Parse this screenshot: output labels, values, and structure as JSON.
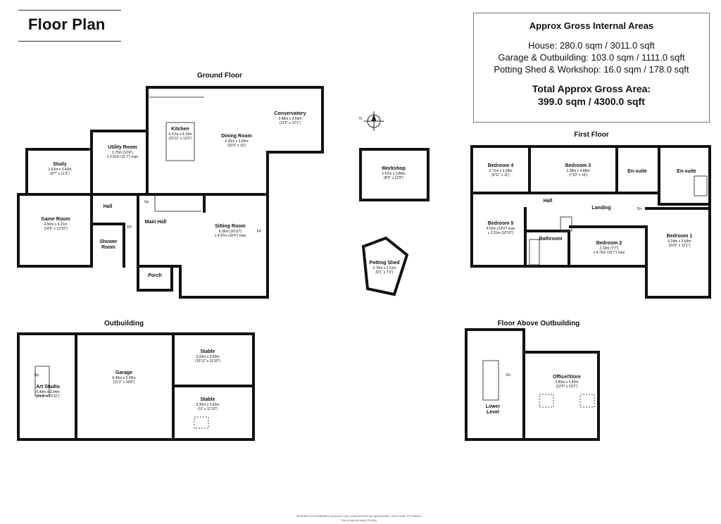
{
  "title": "Floor Plan",
  "areas": {
    "heading": "Approx Gross Internal Areas",
    "lines": [
      "House: 280.0 sqm / 3011.0 sqft",
      "Garage & Outbuilding: 103.0 sqm / 1111.0 sqft",
      "Potting Shed & Workshop: 16.0 sqm / 178.0 sqft"
    ],
    "total_label": "Total Approx Gross Area:",
    "total_value": "399.0 sqm / 4300.0 sqft"
  },
  "sections": {
    "ground": "Ground Floor",
    "first": "First Floor",
    "outbuilding": "Outbuilding",
    "above": "Floor Above Outbuilding"
  },
  "rooms": {
    "kitchen": {
      "name": "Kitchen",
      "d1": "6.37m x 4.10m",
      "d2": "(20'11\" x 13'6\")"
    },
    "dining": {
      "name": "Dining Room",
      "d1": "6.20m x 3.05m",
      "d2": "(20'4\" x 10')"
    },
    "conservatory": {
      "name": "Conservatory",
      "d1": "3.48m x 3.69m",
      "d2": "(11'5\" x 12'1\")"
    },
    "utility": {
      "name": "Utility Room",
      "d1": "3.75m (12'4\")",
      "d2": "x 3.52m (11'7\") max"
    },
    "study": {
      "name": "Study",
      "d1": "2.62m x 3.40m",
      "d2": "(8'7\" x 11'2\")"
    },
    "game": {
      "name": "Game Room",
      "d1": "4.50m x 4.21m",
      "d2": "(14'9\" x 13'10\")"
    },
    "hall": {
      "name": "Hall"
    },
    "shower": {
      "name": "Shower Room"
    },
    "mainhall": {
      "name": "Main Hall"
    },
    "sitting": {
      "name": "Sitting Room",
      "d1": "6.36m (20'10\")",
      "d2": "x 4.97m (16'4\") max"
    },
    "porch": {
      "name": "Porch"
    },
    "workshop": {
      "name": "Workshop",
      "d1": "2.67m x 3.88m",
      "d2": "(8'9\" x 12'9\")"
    },
    "potting": {
      "name": "Potting Shed",
      "d1": "2.76m x 2.21m",
      "d2": "(9'1\" x 7'3\")"
    },
    "bed4": {
      "name": "Bedroom 4",
      "d1": "2.71m x 3.36m",
      "d2": "(8'11\" x 11')"
    },
    "bed3": {
      "name": "Bedroom 3",
      "d1": "2.38m x 4.88m",
      "d2": "(7'10\" x 16')"
    },
    "ensuite1": {
      "name": "En-suite"
    },
    "ensuite2": {
      "name": "En-suite"
    },
    "fhall": {
      "name": "Hall"
    },
    "landing": {
      "name": "Landing"
    },
    "bed5": {
      "name": "Bedroom 5",
      "d1": "4.50m (14'9\") max",
      "d2": "x 3.31m (10'10\")"
    },
    "bathroom": {
      "name": "Bathroom"
    },
    "bed2": {
      "name": "Bedroom 2",
      "d1": "2.32m (7'7\")",
      "d2": "x 4.75m (15'7\") max"
    },
    "bed1": {
      "name": "Bedroom 1",
      "d1": "6.24m x 3.69m",
      "d2": "(20'6\" x 12'1\")"
    },
    "art": {
      "name": "Art Studio",
      "d1": "6.49m x 3.34m",
      "d2": "(21'3\" x 10'11\")"
    },
    "garage": {
      "name": "Garage",
      "d1": "6.49m x 5.99m",
      "d2": "(21'3\" x 19'8\")"
    },
    "stable1": {
      "name": "Stable",
      "d1": "3.33m x 3.60m",
      "d2": "(10'11\" x 11'10\")"
    },
    "stable2": {
      "name": "Stable",
      "d1": "3.35m x 3.60m",
      "d2": "(11' x 11'10\")"
    },
    "office": {
      "name": "Office/Store",
      "d1": "3.85m x 5.83m",
      "d2": "(12'9\" x 19'2\")"
    },
    "lower": {
      "name": "Lower Level"
    }
  },
  "marks": {
    "up": "Up",
    "dn": "Dn",
    "fp": "FP",
    "compass": "N"
  },
  "footer": {
    "line1": "Illustration for identification purposes only, measurements are approximate, not to scale. FP-Uttwitch",
    "line2": "Plan produced using PlanUp."
  }
}
